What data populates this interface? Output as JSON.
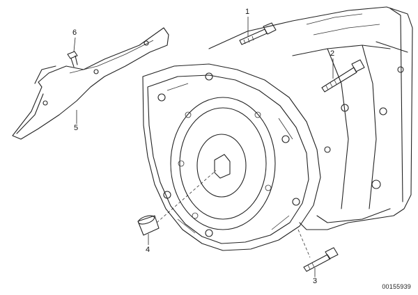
{
  "callouts": [
    {
      "id": "1",
      "label": "1"
    },
    {
      "id": "2",
      "label": "2"
    },
    {
      "id": "3",
      "label": "3"
    },
    {
      "id": "4",
      "label": "4"
    },
    {
      "id": "5",
      "label": "5"
    },
    {
      "id": "6",
      "label": "6"
    }
  ],
  "reference_number": "00155939"
}
